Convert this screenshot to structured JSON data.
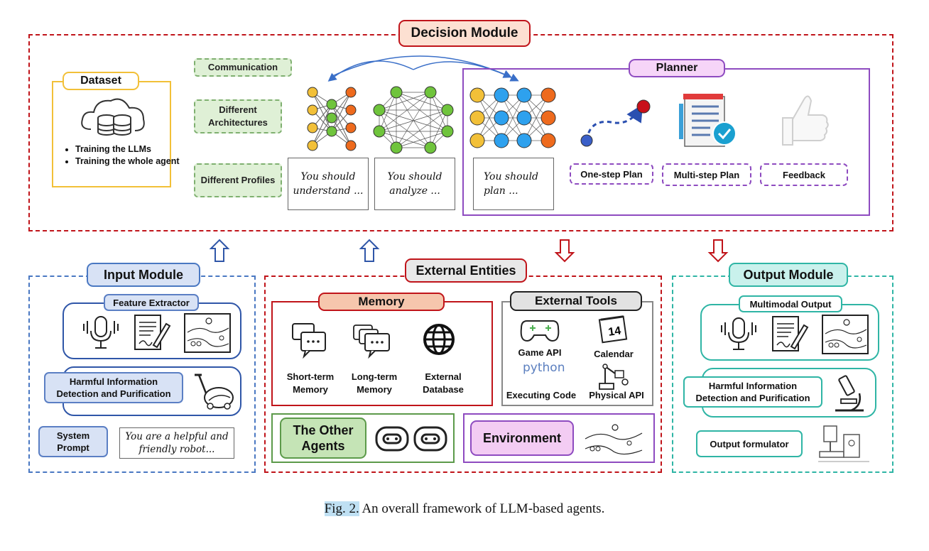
{
  "decision_module": {
    "title": "Decision Module",
    "dataset": {
      "title": "Dataset",
      "bullets": [
        "Training the LLMs",
        "Training the whole agent"
      ]
    },
    "profiles": [
      "Communication",
      "Different Architectures",
      "Different Profiles"
    ],
    "prompts": [
      "You should understand ...",
      "You should analyze ...",
      "You should plan ..."
    ],
    "planner": {
      "title": "Planner",
      "items": [
        "One-step Plan",
        "Multi-step Plan",
        "Feedback"
      ]
    }
  },
  "input_module": {
    "title": "Input Module",
    "feature_extractor": "Feature Extractor",
    "harmful": "Harmful Information Detection and Purification",
    "system_prompt": "System Prompt",
    "system_prompt_text": "You are a helpful and friendly robot..."
  },
  "external_entities": {
    "title": "External Entities",
    "memory": {
      "title": "Memory",
      "items": [
        "Short-term Memory",
        "Long-term Memory",
        "External Database"
      ]
    },
    "tools": {
      "title": "External Tools",
      "items": [
        "Game API",
        "Calendar",
        "Executing Code",
        "Physical API"
      ],
      "calendar_day": "14",
      "python_label": "python"
    },
    "other_agents": "The Other Agents",
    "environment": "Environment"
  },
  "output_module": {
    "title": "Output Module",
    "multimodal": "Multimodal Output",
    "harmful": "Harmful Information Detection and Purification",
    "formulator": "Output formulator"
  },
  "caption": {
    "fig": "Fig. 2.",
    "text": " An overall framework of LLM-based agents."
  },
  "colors": {
    "red": "#c0141a",
    "blue": "#4a78c2",
    "teal": "#2fb5a5",
    "purple": "#8e4bc0",
    "green": "#5c9a4a",
    "yellow": "#f2c038"
  }
}
